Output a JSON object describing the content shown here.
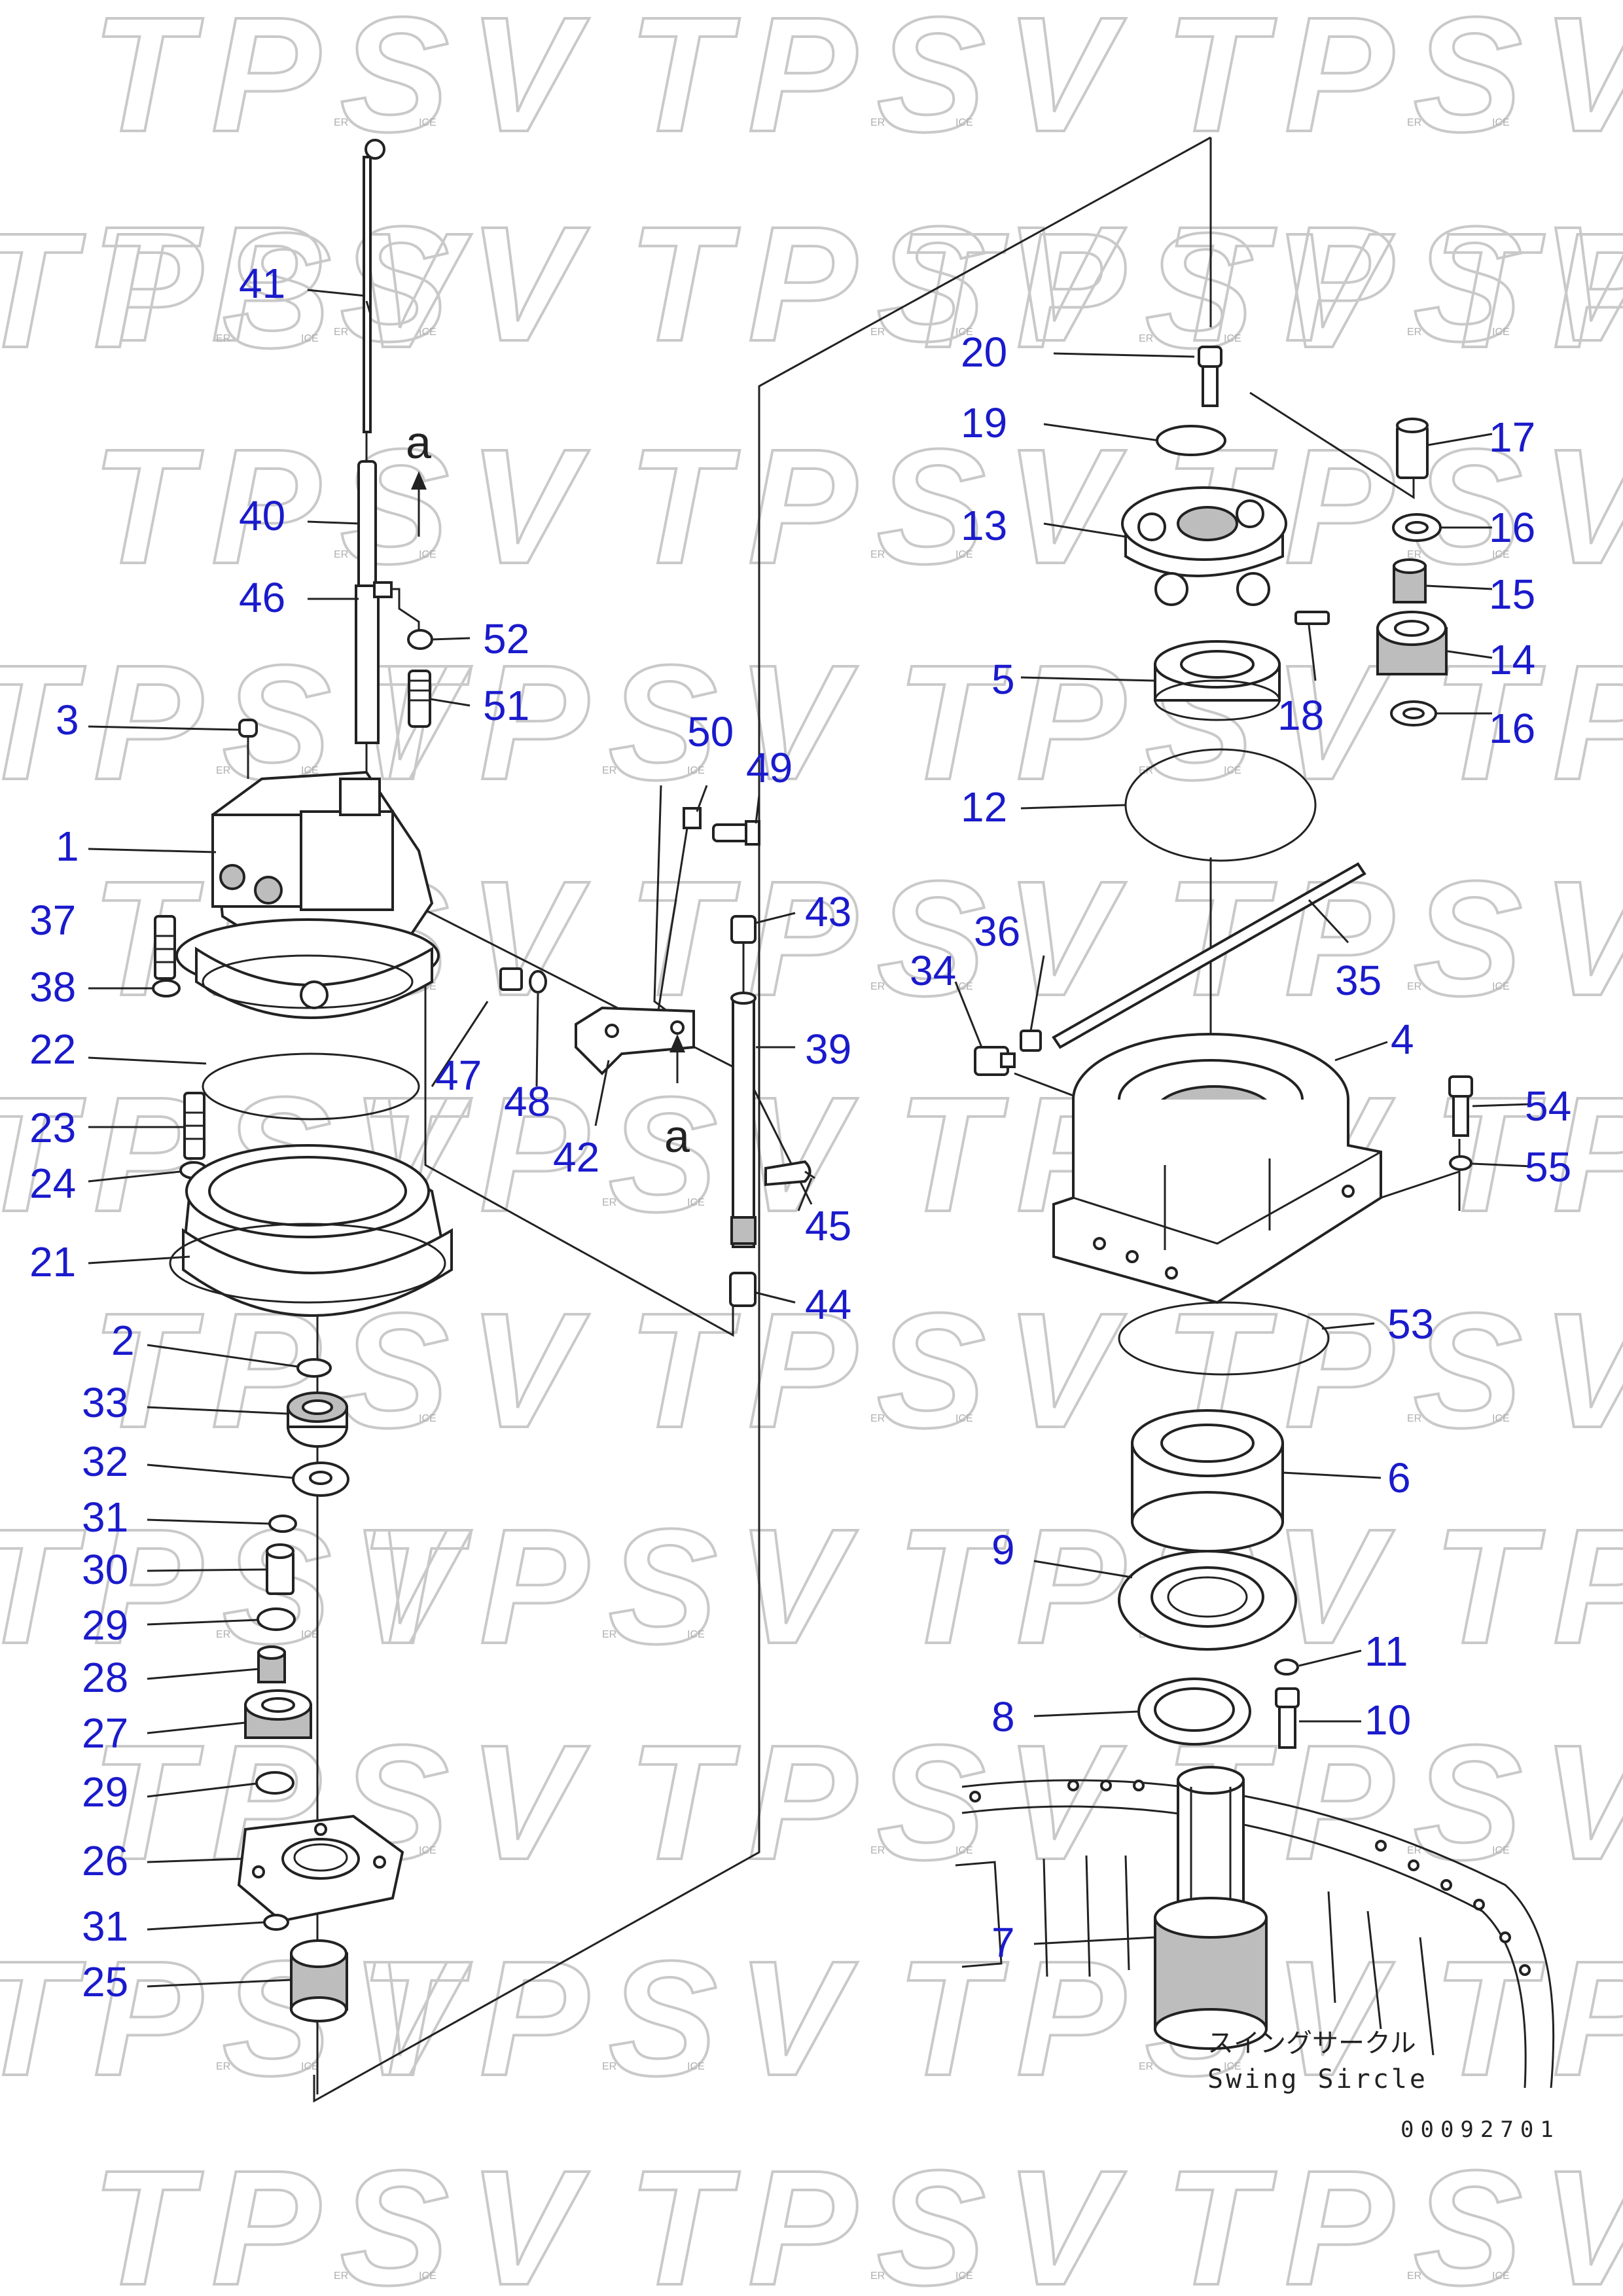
{
  "watermark": {
    "brand": "TPSV",
    "small_left": "ER",
    "small_right": "ICE"
  },
  "callouts": [
    {
      "id": "1",
      "label": "1"
    },
    {
      "id": "2",
      "label": "2"
    },
    {
      "id": "3",
      "label": "3"
    },
    {
      "id": "4",
      "label": "4"
    },
    {
      "id": "5",
      "label": "5"
    },
    {
      "id": "6",
      "label": "6"
    },
    {
      "id": "7",
      "label": "7"
    },
    {
      "id": "8",
      "label": "8"
    },
    {
      "id": "9",
      "label": "9"
    },
    {
      "id": "10",
      "label": "10"
    },
    {
      "id": "11",
      "label": "11"
    },
    {
      "id": "12",
      "label": "12"
    },
    {
      "id": "13",
      "label": "13"
    },
    {
      "id": "14",
      "label": "14"
    },
    {
      "id": "15",
      "label": "15"
    },
    {
      "id": "16a",
      "label": "16"
    },
    {
      "id": "16b",
      "label": "16"
    },
    {
      "id": "17",
      "label": "17"
    },
    {
      "id": "18",
      "label": "18"
    },
    {
      "id": "19",
      "label": "19"
    },
    {
      "id": "20",
      "label": "20"
    },
    {
      "id": "21",
      "label": "21"
    },
    {
      "id": "22",
      "label": "22"
    },
    {
      "id": "23",
      "label": "23"
    },
    {
      "id": "24",
      "label": "24"
    },
    {
      "id": "25",
      "label": "25"
    },
    {
      "id": "26",
      "label": "26"
    },
    {
      "id": "27",
      "label": "27"
    },
    {
      "id": "28",
      "label": "28"
    },
    {
      "id": "29a",
      "label": "29"
    },
    {
      "id": "29b",
      "label": "29"
    },
    {
      "id": "30",
      "label": "30"
    },
    {
      "id": "31a",
      "label": "31"
    },
    {
      "id": "31b",
      "label": "31"
    },
    {
      "id": "32",
      "label": "32"
    },
    {
      "id": "33",
      "label": "33"
    },
    {
      "id": "34",
      "label": "34"
    },
    {
      "id": "35",
      "label": "35"
    },
    {
      "id": "36",
      "label": "36"
    },
    {
      "id": "37",
      "label": "37"
    },
    {
      "id": "38",
      "label": "38"
    },
    {
      "id": "39",
      "label": "39"
    },
    {
      "id": "40",
      "label": "40"
    },
    {
      "id": "41",
      "label": "41"
    },
    {
      "id": "42",
      "label": "42"
    },
    {
      "id": "43",
      "label": "43"
    },
    {
      "id": "44",
      "label": "44"
    },
    {
      "id": "45",
      "label": "45"
    },
    {
      "id": "46",
      "label": "46"
    },
    {
      "id": "47",
      "label": "47"
    },
    {
      "id": "48",
      "label": "48"
    },
    {
      "id": "49",
      "label": "49"
    },
    {
      "id": "50",
      "label": "50"
    },
    {
      "id": "51",
      "label": "51"
    },
    {
      "id": "52",
      "label": "52"
    },
    {
      "id": "53",
      "label": "53"
    },
    {
      "id": "54",
      "label": "54"
    },
    {
      "id": "55",
      "label": "55"
    }
  ],
  "reference_marks": {
    "a_top": "a",
    "a_bottom": "a"
  },
  "swing_circle": {
    "label_jp": "スイングサークル",
    "label_en": "Swing Sircle"
  },
  "drawing_code": "00092701"
}
